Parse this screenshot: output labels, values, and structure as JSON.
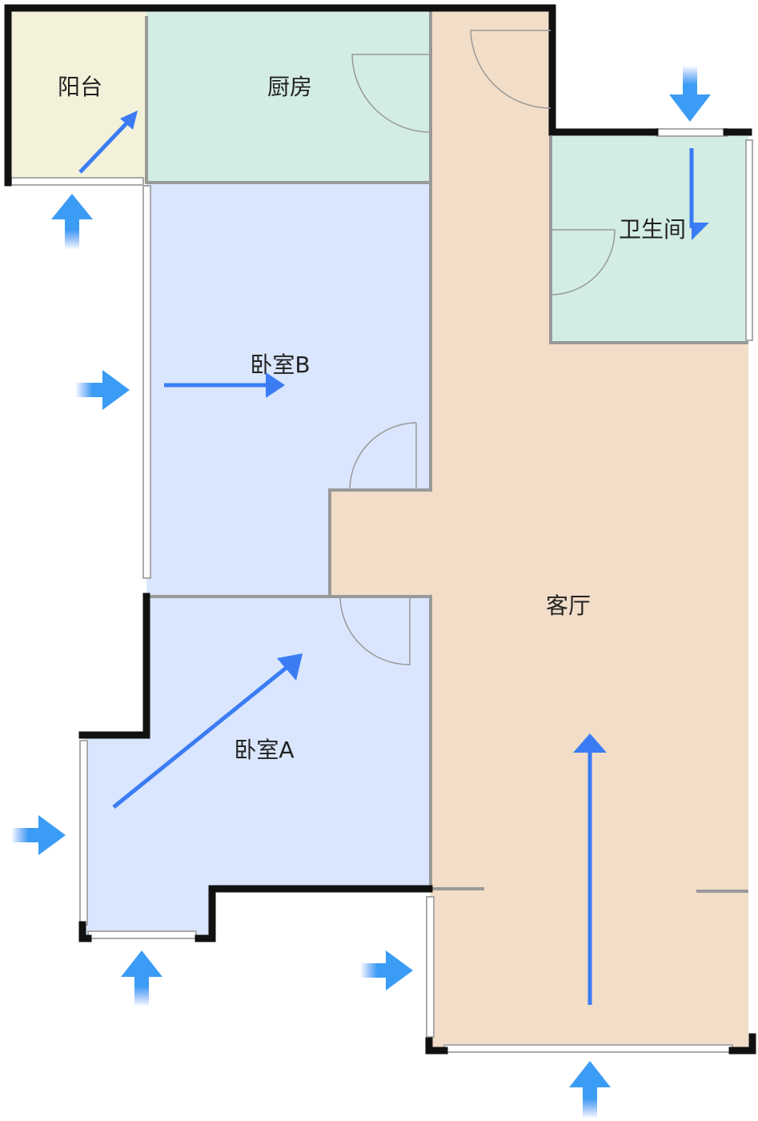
{
  "rooms": {
    "balcony": "阳台",
    "kitchen": "厨房",
    "bathroom": "卫生间",
    "bedroom_b": "卧室B",
    "living_room": "客厅",
    "bedroom_a": "卧室A"
  },
  "colors": {
    "balcony": "#f3f1d9",
    "wet_room": "#d3ede3",
    "bedroom": "#d9e6fd",
    "living_room": "#f2ddc8",
    "arrow": "#3b7cf5"
  },
  "icons": [
    "airflow-arrow-icon"
  ]
}
